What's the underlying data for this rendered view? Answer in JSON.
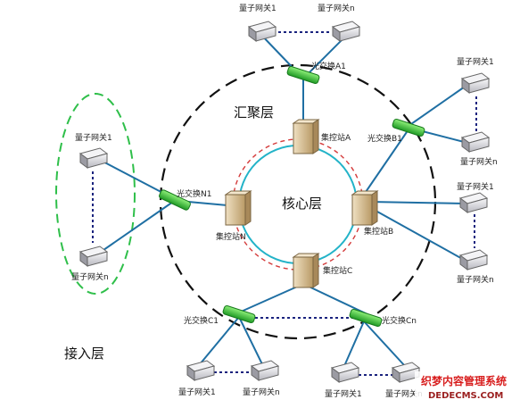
{
  "layers": {
    "core": "核心层",
    "aggregation": "汇聚层",
    "access": "接入层"
  },
  "stations": {
    "a": "集控站A",
    "b": "集控站B",
    "c": "集控站C",
    "n": "集控站N"
  },
  "switches": {
    "a1": "光交换A1",
    "b1": "光交换B1",
    "c1": "光交换C1",
    "cn": "光交换Cn",
    "n1": "光交换N1"
  },
  "gateways": {
    "first": "量子网关1",
    "last": "量子网关n"
  },
  "watermark": {
    "line1": "织梦内容管理系统",
    "line2": "DEDECMS.COM"
  },
  "colors": {
    "link": "#1f6fa3",
    "ring": "#111111",
    "core_ring": "#d43a3a",
    "core_inner": "#23b3c8",
    "access_ellipse": "#2fbf4a",
    "switch": "#3cc23c",
    "station": "#d8c29c",
    "gateway": "#c8c8cc"
  }
}
